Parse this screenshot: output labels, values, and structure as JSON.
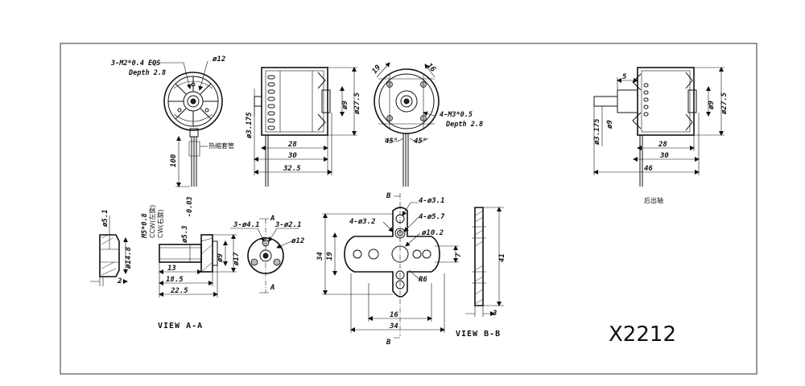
{
  "model": "X2212",
  "views": {
    "aa": "VIEW A-A",
    "bb": "VIEW B-B"
  },
  "top_left": {
    "thread": "3-M2*0.4 EQS",
    "depth": "Depth 2.8",
    "diam12": "ø12",
    "length100": "100",
    "heat_shrink": "热缩套管"
  },
  "side_view": {
    "d3175": "ø3.175",
    "d9": "ø9",
    "d275": "ø27.5",
    "l28": "28",
    "l30": "30",
    "l325": "32.5"
  },
  "rear_view": {
    "d19": "19",
    "d16": "16",
    "thread": "4-M3*0.5",
    "depth": "Depth 2.8",
    "a45l": "45°",
    "a45r": "45°"
  },
  "rear_shaft": {
    "d5": "5",
    "d3175": "ø3.175",
    "d9a": "ø9",
    "d9b": "ø9",
    "d275": "ø27.5",
    "l28": "28",
    "l30": "30",
    "l46": "46",
    "caption": "后出轴"
  },
  "prop_adapter": {
    "d51": "ø5.1",
    "d148": "ø14.8",
    "d2": "2",
    "m5": "M5*0.8",
    "ccw": "CCW(左旋)",
    "cw": "CW(右旋)",
    "d53": "ø5.3",
    "d53tol": "-0.03",
    "d9": "ø9",
    "d17": "ø17",
    "l13": "13",
    "l185": "18.5",
    "l225": "22.5"
  },
  "collet": {
    "h41": "3-ø4.1",
    "h21": "3-ø2.1",
    "d12": "ø12",
    "a_top": "A",
    "a_bot": "A"
  },
  "cross_mount": {
    "b_top": "B",
    "b_bot": "B",
    "h31": "4-ø3.1",
    "h32": "4-ø3.2",
    "h57": "4-ø5.7",
    "d102": "ø10.2",
    "r6": "R6",
    "l34v": "34",
    "l19": "19",
    "l7": "7",
    "l16": "16",
    "l34h": "34"
  },
  "plate_side": {
    "l41": "41",
    "l3": "3"
  }
}
